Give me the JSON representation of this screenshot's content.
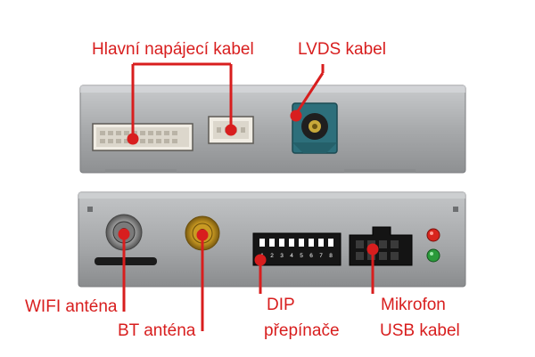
{
  "labels": {
    "main_power": "Hlavní napájecí kabel",
    "lvds": "LVDS kabel",
    "wifi": "WIFI anténa",
    "bt": "BT anténa",
    "dip_line1": "DIP",
    "dip_line2": "přepínače",
    "mic_line1": "Mikrofon",
    "usb_line2": "USB kabel"
  },
  "dip_switch_numbers": [
    "1",
    "2",
    "3",
    "4",
    "5",
    "6",
    "7",
    "8"
  ],
  "colors": {
    "label": "#d81e1e",
    "device": "#a9abad",
    "led_red": "#d8251d",
    "led_green": "#2a9a3a",
    "lvds_connector": "#2d6f7b"
  }
}
